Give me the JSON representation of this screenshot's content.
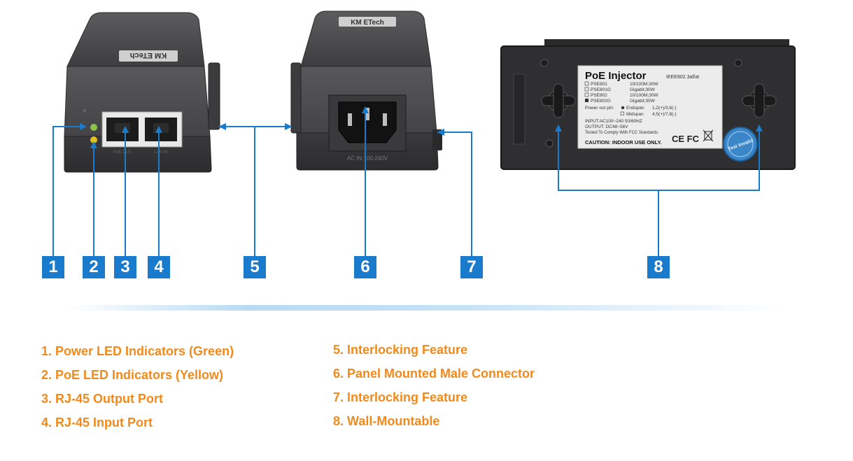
{
  "device": {
    "brand": "KM ETech",
    "label_title": "PoE Injector",
    "label_standard": "IEEE802.3af/at",
    "models": [
      {
        "name": "PSE801",
        "spec": "10/100M;30W"
      },
      {
        "name": "PSE801G",
        "spec": "Gigabit;30W"
      },
      {
        "name": "PSE802",
        "spec": "10/100M;30W"
      },
      {
        "name": "PSE802G",
        "spec": "Gigabit;30W"
      }
    ],
    "power_out_pin": "Power out pin:",
    "endspan": "Endspan",
    "endspan_pins": "1,2(+)/3,6(-)",
    "midspan": "Midspan",
    "midspan_pins": "4,5(+)/7,8(-)",
    "input": "INPUT:AC100~240 50/60HZ",
    "output": "OUTPUT: DC48~56V",
    "fcc": "Tested To Comply With FCC Standards",
    "caution": "CAUTION: INDOOR USE ONLY.",
    "marks": "CE FC",
    "port_labels": [
      "PoE OUT",
      "LAN IN"
    ],
    "ac_label": "AC IN 100-240V",
    "seal_text": "Test Invalid"
  },
  "callouts": [
    "1",
    "2",
    "3",
    "4",
    "5",
    "6",
    "7",
    "8"
  ],
  "legend": {
    "left": [
      "1. Power LED Indicators (Green)",
      "2. PoE LED Indicators (Yellow)",
      "3. RJ-45 Output Port",
      "4. RJ-45 Input Port"
    ],
    "right": [
      "5. Interlocking Feature",
      "6. Panel Mounted Male Connector",
      "7. Interlocking Feature",
      "8. Wall-Mountable"
    ]
  },
  "colors": {
    "accent_blue": "#1a7bcc",
    "legend_orange": "#f08a1c",
    "device_body": "#4a4a4c",
    "led_green": "#8bc34a",
    "led_yellow": "#e0c020"
  }
}
